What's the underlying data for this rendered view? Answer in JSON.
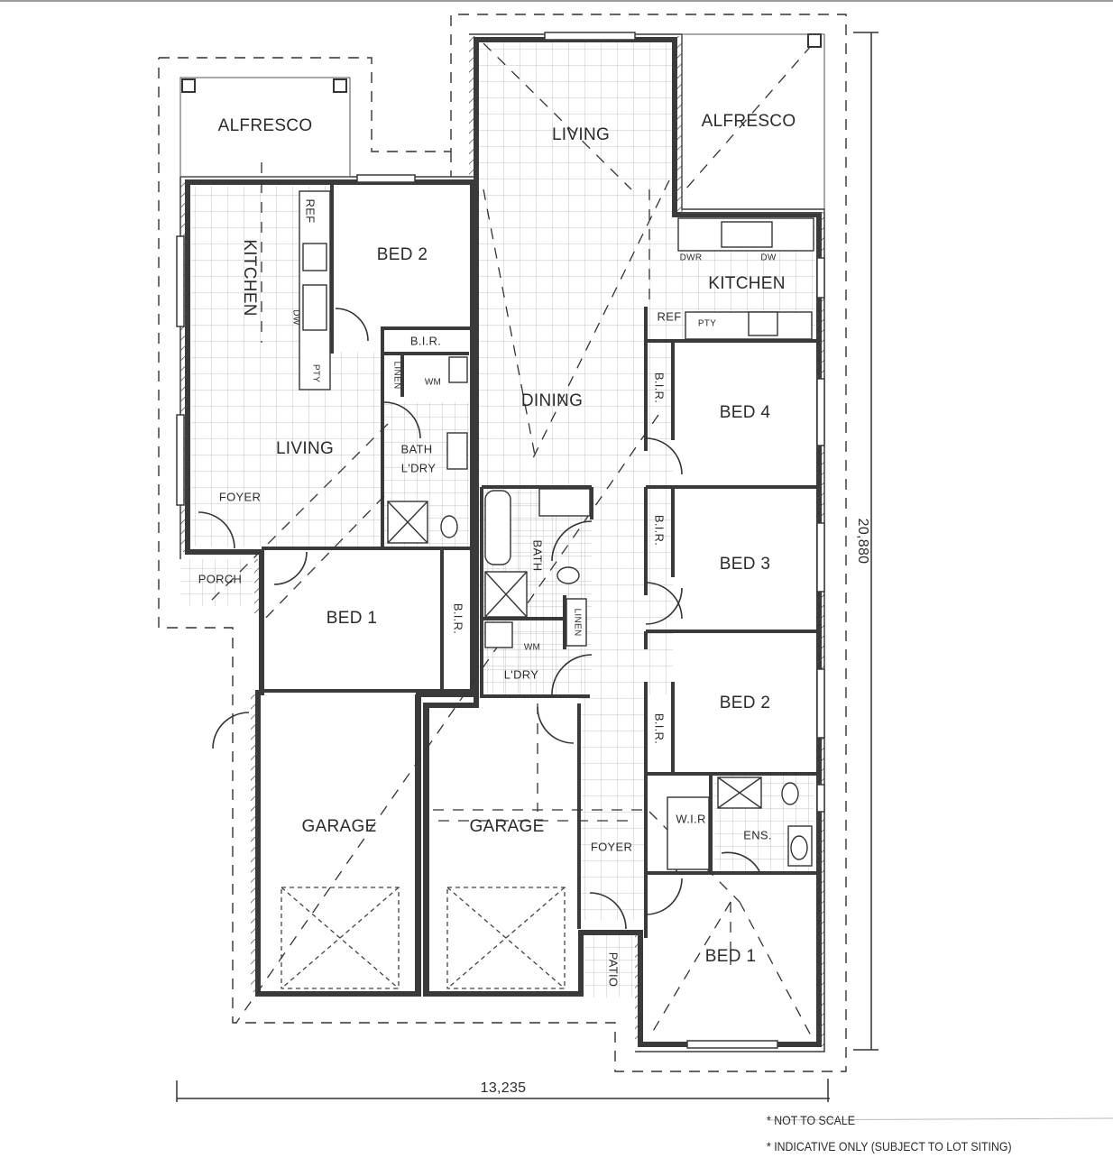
{
  "plan": {
    "dimensions": {
      "width": "13,235",
      "depth": "20,880"
    },
    "notes": [
      "* NOT TO SCALE",
      "* INDICATIVE ONLY (SUBJECT TO LOT SITING)"
    ],
    "colors": {
      "wall": "#3a3a3a",
      "tile_grid": "#c9c9c9",
      "dashed": "#333333",
      "background": "#ffffff"
    },
    "left_unit": {
      "rooms": {
        "alfresco": "ALFRESCO",
        "kitchen": "KITCHEN",
        "bed2": "BED 2",
        "bir_bed2": "B.I.R.",
        "linen": "LINEN",
        "wm": "WM",
        "bath_ldry_1": "BATH",
        "bath_ldry_2": "L'DRY",
        "living": "LIVING",
        "foyer": "FOYER",
        "porch": "PORCH",
        "bed1": "BED 1",
        "bir_bed1": "B.I.R.",
        "garage": "GARAGE"
      },
      "fixtures": {
        "ref": "REF",
        "dw": "DW",
        "pty": "PTY"
      }
    },
    "right_unit": {
      "rooms": {
        "living": "LIVING",
        "alfresco": "ALFRESCO",
        "kitchen": "KITCHEN",
        "dining": "DINING",
        "bed4": "BED 4",
        "bed3": "BED 3",
        "bed2": "BED 2",
        "bir": "B.I.R.",
        "bath": "BATH",
        "linen": "LINEN",
        "ldry": "L'DRY",
        "wm": "WM",
        "wir": "W.I.R",
        "ens": "ENS.",
        "foyer": "FOYER",
        "patio": "PATIO",
        "bed1": "BED 1",
        "garage": "GARAGE"
      },
      "fixtures": {
        "dwr": "DWR",
        "dw": "DW",
        "ref": "REF",
        "pty": "PTY"
      }
    }
  }
}
